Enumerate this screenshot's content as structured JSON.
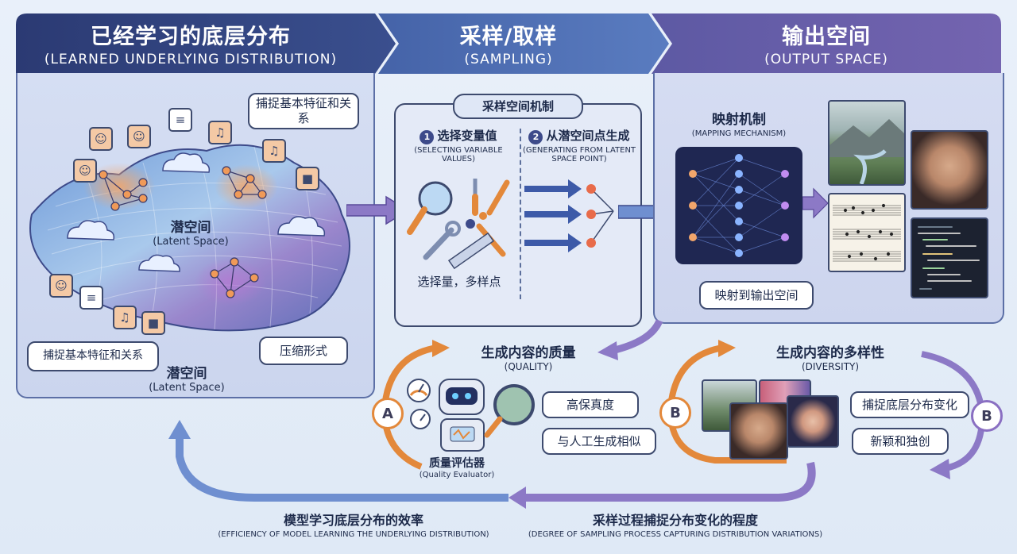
{
  "header": {
    "left": {
      "title": "已经学习的底层分布",
      "subtitle": "(LEARNED UNDERLYING DISTRIBUTION)"
    },
    "middle": {
      "title": "采样/取样",
      "subtitle": "(SAMPLING)"
    },
    "right": {
      "title": "输出空间",
      "subtitle": "(OUTPUT SPACE)"
    }
  },
  "latent": {
    "label_cn": "潜空间",
    "label_en": "(Latent Space)",
    "bottom_cn": "潜空间",
    "bottom_en": "(Latent Space)",
    "bubble_top": "捕捉基本特征和关系",
    "bubble_left": "捕捉基本特征和关系",
    "bubble_compress": "压缩形式"
  },
  "sampling": {
    "box_title": "采样空间机制",
    "step1_num": "1",
    "step1_cn": "选择变量值",
    "step1_en": "(SELECTING VARIABLE VALUES)",
    "step2_num": "2",
    "step2_cn": "从潜空间点生成",
    "step2_en": "(GENERATING FROM LATENT SPACE POINT)",
    "caption": "选择量，多样点"
  },
  "output": {
    "mapping_cn": "映射机制",
    "mapping_en": "(MAPPING MECHANISM)",
    "map_bubble": "映射到输出空间"
  },
  "quality": {
    "title_cn": "生成内容的质量",
    "title_en": "(QUALITY)",
    "marker": "A",
    "evaluator_cn": "质量评估器",
    "evaluator_en": "(Quality Evaluator)",
    "bubble1": "高保真度",
    "bubble2": "与人工生成相似"
  },
  "diversity": {
    "title_cn": "生成内容的多样性",
    "title_en": "(DIVERSITY)",
    "marker_left": "B",
    "marker_right": "B",
    "bubble1": "捕捉底层分布变化",
    "bubble2": "新颖和独创"
  },
  "bottom": {
    "left_cn": "模型学习底层分布的效率",
    "left_en": "(EFFICIENCY OF MODEL LEARNING THE UNDERLYING DISTRIBUTION)",
    "right_cn": "采样过程捕捉分布变化的程度",
    "right_en": "(DEGREE OF SAMPLING PROCESS CAPTURING DISTRIBUTION VARIATIONS)"
  },
  "colors": {
    "left_header": "#2e3f78",
    "mid_header": "#4a6ab0",
    "right_header": "#6a5aa8",
    "orange": "#e3883a",
    "purple": "#8a6fc2",
    "blue_arrow": "#6f8fd0"
  },
  "icons": [
    "face-icon",
    "document-icon",
    "music-note-icon",
    "cloud-icon",
    "magnifier-icon",
    "wrench-icon",
    "ruler-icon",
    "pencil-icon",
    "robot-icon",
    "gauge-icon",
    "neural-network-icon"
  ]
}
